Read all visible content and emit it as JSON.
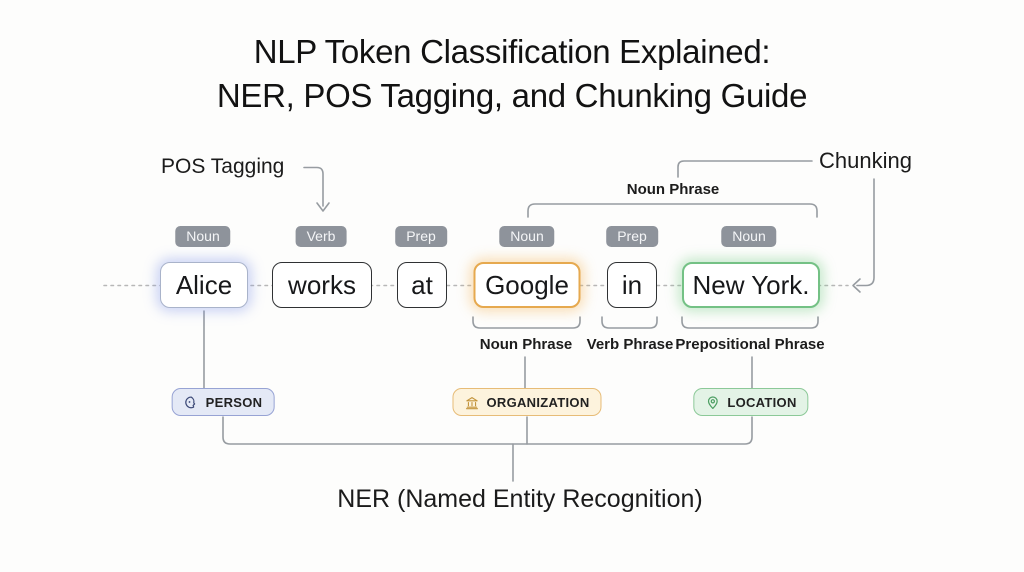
{
  "title": {
    "line1": "NLP Token Classification Explained:",
    "line2": "NER, POS Tagging, and Chunking Guide"
  },
  "annotations": {
    "pos_tagging": "POS Tagging",
    "chunking": "Chunking",
    "chunk_phrase": "Noun Phrase",
    "ner": "NER (Named Entity Recognition)"
  },
  "pos_tags": [
    {
      "label": "Noun"
    },
    {
      "label": "Verb"
    },
    {
      "label": "Prep"
    },
    {
      "label": "Noun"
    },
    {
      "label": "Prep"
    },
    {
      "label": "Noun"
    }
  ],
  "tokens": [
    {
      "text": "Alice",
      "pos": "Noun",
      "entity": "PERSON"
    },
    {
      "text": "works",
      "pos": "Verb",
      "entity": null
    },
    {
      "text": "at",
      "pos": "Prep",
      "entity": null
    },
    {
      "text": "Google",
      "pos": "Noun",
      "entity": "ORGANIZATION"
    },
    {
      "text": "in",
      "pos": "Prep",
      "entity": null
    },
    {
      "text": "New York.",
      "pos": "Noun",
      "entity": "LOCATION"
    }
  ],
  "phrases": [
    {
      "label": "Noun Phrase"
    },
    {
      "label": "Verb Phrase"
    },
    {
      "label": "Prepositional Phrase"
    }
  ],
  "entities": [
    {
      "label": "PERSON",
      "icon": "person-head-icon"
    },
    {
      "label": "ORGANIZATION",
      "icon": "bank-icon"
    },
    {
      "label": "LOCATION",
      "icon": "location-pin-icon"
    }
  ],
  "colors": {
    "background": "#fdfdfc",
    "pos_pill_bg": "#8e939b",
    "line_gray": "#979ca1",
    "person_border": "#97a3d4",
    "person_fill": "#e4e9f6",
    "person_glow": "#7e94eb",
    "organization_border": "#e7bc77",
    "organization_fill": "#fdf3dd",
    "organization_glow": "#f5b050",
    "location_border": "#8cc998",
    "location_fill": "#e3f3e6",
    "location_glow": "#78cd87",
    "token_border_default": "#2f3133"
  }
}
